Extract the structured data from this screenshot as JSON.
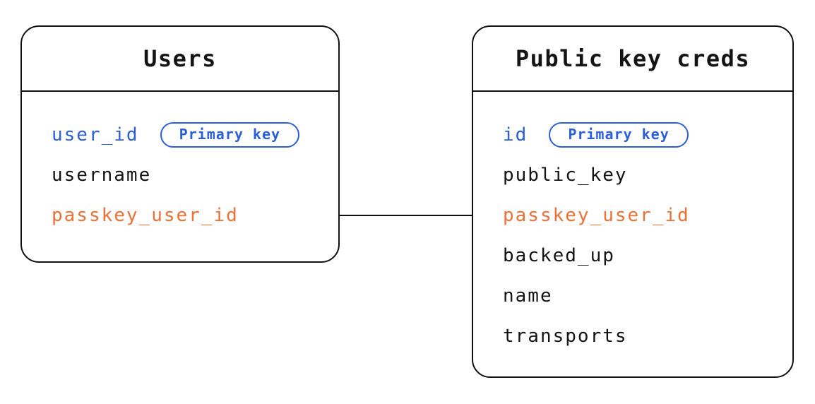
{
  "colors": {
    "primary_key_blue": "#2B5FD8",
    "foreign_key_orange": "#EA7137",
    "line_black": "#111111",
    "background": "#FFFFFF"
  },
  "tables": [
    {
      "title": "Users",
      "fields": [
        {
          "name": "user_id",
          "badge": "Primary key",
          "role": "primary-key"
        },
        {
          "name": "username",
          "role": "normal"
        },
        {
          "name": "passkey_user_id",
          "role": "foreign-key"
        }
      ]
    },
    {
      "title": "Public key creds",
      "fields": [
        {
          "name": "id",
          "badge": "Primary key",
          "role": "primary-key"
        },
        {
          "name": "public_key",
          "role": "normal"
        },
        {
          "name": "passkey_user_id",
          "role": "foreign-key"
        },
        {
          "name": "backed_up",
          "role": "normal"
        },
        {
          "name": "name",
          "role": "normal"
        },
        {
          "name": "transports",
          "role": "normal"
        }
      ]
    }
  ],
  "relationship": {
    "from": "Users.passkey_user_id",
    "to": "Public key creds.passkey_user_id"
  }
}
